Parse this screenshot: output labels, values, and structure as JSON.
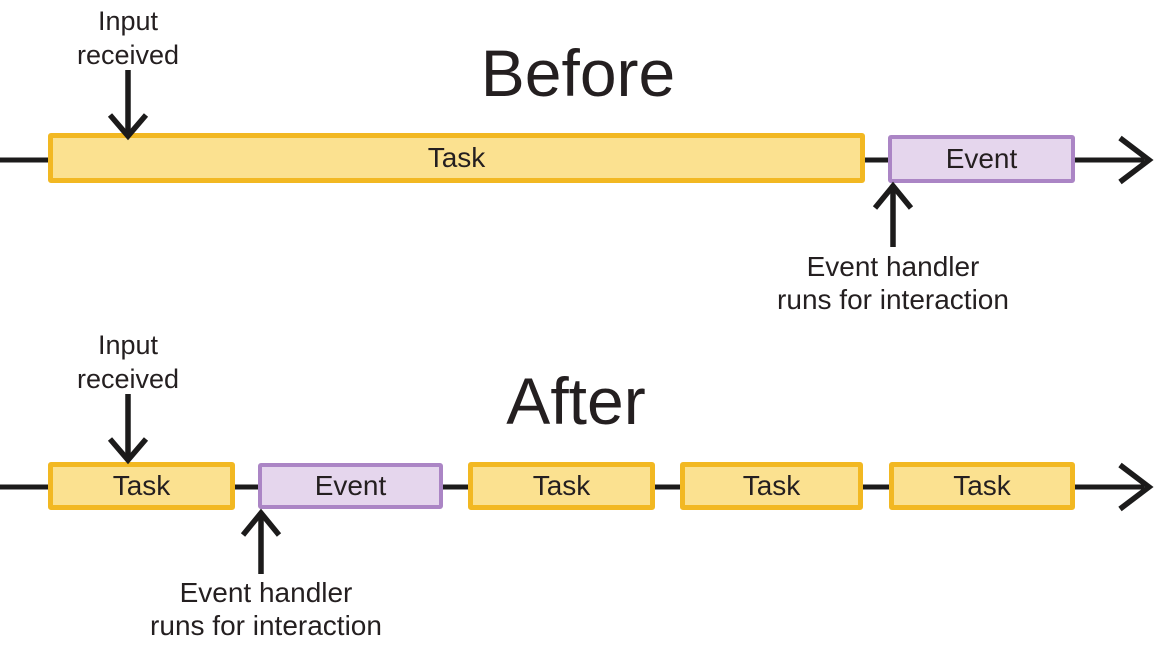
{
  "before": {
    "title": "Before",
    "input_label": "Input\nreceived",
    "handler_label": "Event handler\nruns for interaction",
    "bars": [
      {
        "type": "task",
        "label": "Task"
      },
      {
        "type": "event",
        "label": "Event"
      }
    ]
  },
  "after": {
    "title": "After",
    "input_label": "Input\nreceived",
    "handler_label": "Event handler\nruns for interaction",
    "bars": [
      {
        "type": "task",
        "label": "Task"
      },
      {
        "type": "event",
        "label": "Event"
      },
      {
        "type": "task",
        "label": "Task"
      },
      {
        "type": "task",
        "label": "Task"
      },
      {
        "type": "task",
        "label": "Task"
      }
    ]
  },
  "colors": {
    "task-fill": "#FBE190",
    "task-border": "#F2B822",
    "event-fill": "#E5D6ED",
    "event-border": "#AB85C5",
    "line-color": "#1C1B1B",
    "text-color": "#241F20"
  }
}
